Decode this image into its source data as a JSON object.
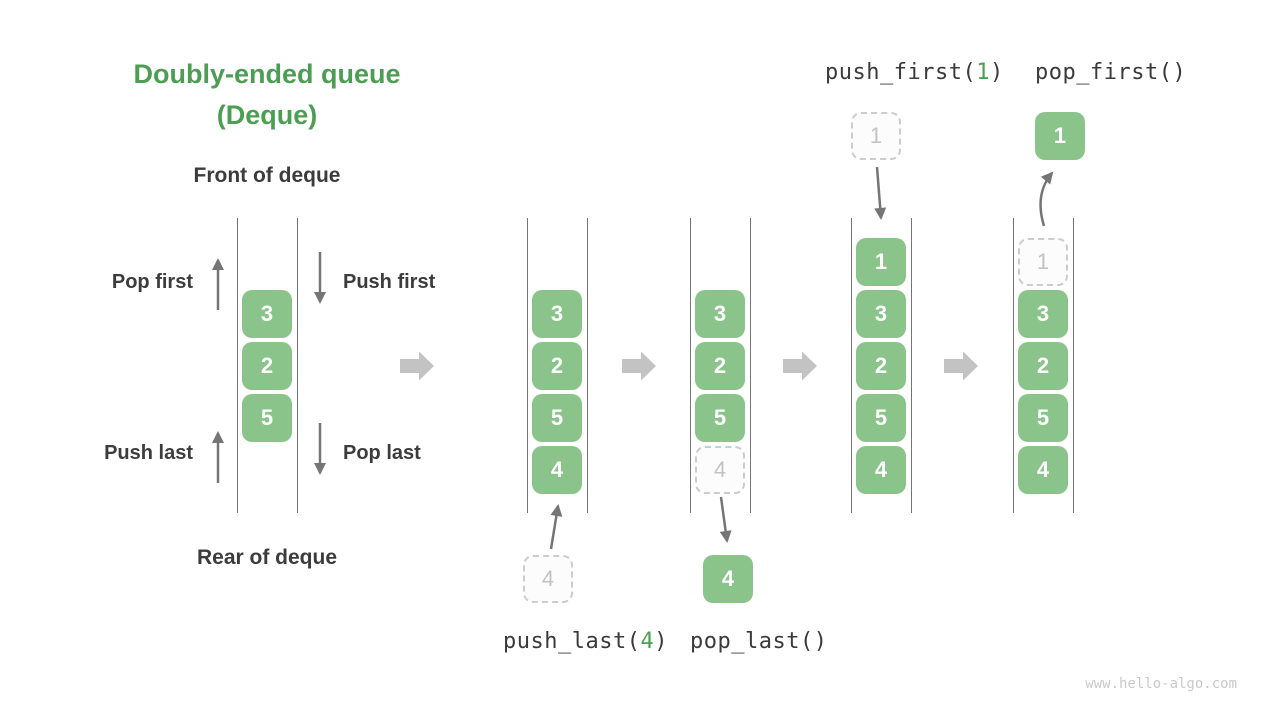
{
  "colors": {
    "green_box": "#8bc48a",
    "green_text": "#4c9e52",
    "dark_text": "#3c3c3c",
    "thin_arrow": "#757575",
    "big_arrow": "#c3c3c3",
    "wall": "#757575",
    "ghost_border": "#cccccc",
    "ghost_text": "#c2c2c2",
    "ghost_fill": "#fcfcfc",
    "watermark": "#c9c9c9"
  },
  "title": {
    "line1": "Doubly-ended queue",
    "line2": "(Deque)"
  },
  "labels": {
    "front": "Front of deque",
    "rear": "Rear of deque",
    "pop_first": "Pop first",
    "push_first": "Push first",
    "push_last": "Push last",
    "pop_last": "Pop last"
  },
  "operations": {
    "push_last": {
      "prefix": "push_last(",
      "arg": "4",
      "suffix": ")"
    },
    "pop_last": {
      "text": "pop_last()"
    },
    "push_first": {
      "prefix": "push_first(",
      "arg": "1",
      "suffix": ")"
    },
    "pop_first": {
      "text": "pop_first()"
    }
  },
  "queues": [
    {
      "name": "deque-initial",
      "items": [
        {
          "value": "3",
          "slot": 2,
          "ghost": false
        },
        {
          "value": "2",
          "slot": 3,
          "ghost": false
        },
        {
          "value": "5",
          "slot": 4,
          "ghost": false
        }
      ]
    },
    {
      "name": "deque-after-push-last",
      "items": [
        {
          "value": "3",
          "slot": 2,
          "ghost": false
        },
        {
          "value": "2",
          "slot": 3,
          "ghost": false
        },
        {
          "value": "5",
          "slot": 4,
          "ghost": false
        },
        {
          "value": "4",
          "slot": 5,
          "ghost": false
        }
      ]
    },
    {
      "name": "deque-after-pop-last",
      "items": [
        {
          "value": "3",
          "slot": 2,
          "ghost": false
        },
        {
          "value": "2",
          "slot": 3,
          "ghost": false
        },
        {
          "value": "5",
          "slot": 4,
          "ghost": false
        },
        {
          "value": "4",
          "slot": 5,
          "ghost": true
        }
      ]
    },
    {
      "name": "deque-after-push-first",
      "items": [
        {
          "value": "1",
          "slot": 1,
          "ghost": false
        },
        {
          "value": "3",
          "slot": 2,
          "ghost": false
        },
        {
          "value": "2",
          "slot": 3,
          "ghost": false
        },
        {
          "value": "5",
          "slot": 4,
          "ghost": false
        },
        {
          "value": "4",
          "slot": 5,
          "ghost": false
        }
      ]
    },
    {
      "name": "deque-after-pop-first",
      "items": [
        {
          "value": "1",
          "slot": 1,
          "ghost": true
        },
        {
          "value": "3",
          "slot": 2,
          "ghost": false
        },
        {
          "value": "2",
          "slot": 3,
          "ghost": false
        },
        {
          "value": "5",
          "slot": 4,
          "ghost": false
        },
        {
          "value": "4",
          "slot": 5,
          "ghost": false
        }
      ]
    }
  ],
  "floating_boxes": {
    "push_last_source": {
      "value": "4",
      "ghost": true
    },
    "pop_last_result": {
      "value": "4",
      "ghost": false
    },
    "push_first_source": {
      "value": "1",
      "ghost": true
    },
    "pop_first_result": {
      "value": "1",
      "ghost": false
    }
  },
  "watermark": "www.hello-algo.com"
}
